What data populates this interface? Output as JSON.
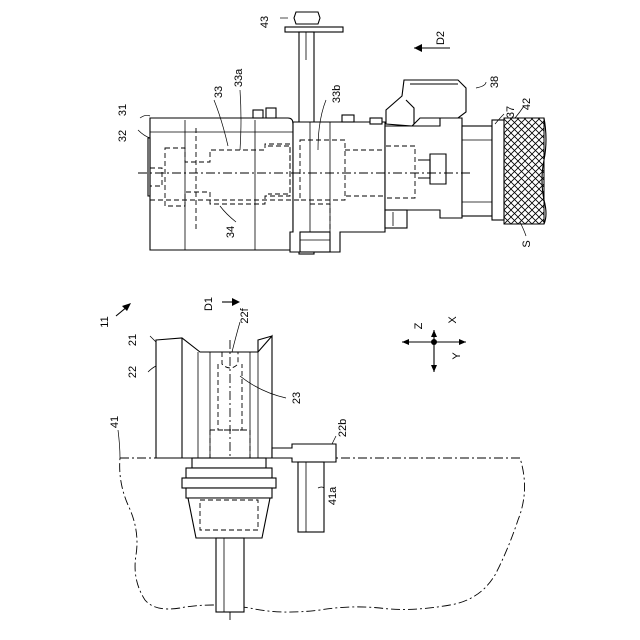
{
  "labels": {
    "n43": "43",
    "d2": "D2",
    "n38": "38",
    "n37": "37",
    "n42": "42",
    "s": "S",
    "n31": "31",
    "n32": "32",
    "n33": "33",
    "n33a": "33a",
    "n33b": "33b",
    "n34": "34",
    "n11": "11",
    "d1": "D1",
    "n22f": "22f",
    "n21": "21",
    "n22": "22",
    "n23": "23",
    "n41": "41",
    "n22b": "22b",
    "n41a": "41a",
    "z": "Z",
    "x": "X",
    "y": "Y"
  }
}
